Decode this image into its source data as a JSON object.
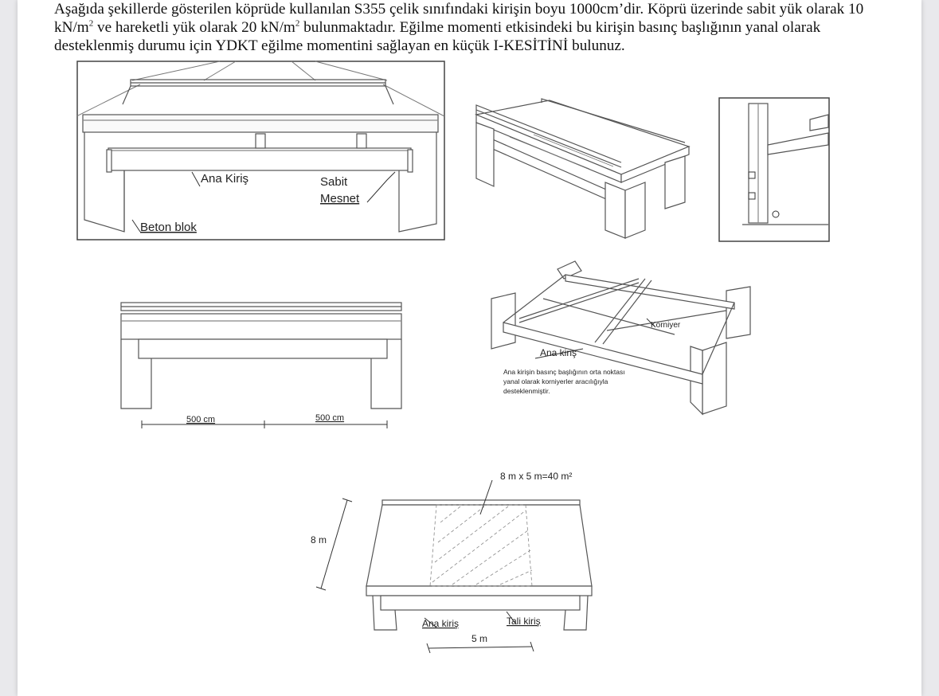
{
  "problem": {
    "part1": "Aşağıda şekillerde gösterilen köprüde kullanılan S355 çelik sınıfındaki kirişin boyu 1000cm’dir. Köprü üzerinde sabit yük olarak 10 kN/m",
    "sup1": "2",
    "part2": " ve hareketli yük olarak 20 kN/m",
    "sup2": "2",
    "part3": " bulunmaktadır. Eğilme momenti etkisindeki bu kirişin basınç başlığının yanal olarak desteklenmiş durumu için YDKT eğilme momentini sağlayan en küçük I-KESİTİNİ bulunuz."
  },
  "figure1": {
    "label_ana_kiris": "Ana Kiriş",
    "label_sabit": "Sabit",
    "label_mesnet": "Mesnet",
    "label_beton_blok": "Beton blok"
  },
  "figure4": {
    "dim_left": "500 cm",
    "dim_right": "500 cm"
  },
  "figure5": {
    "label_korniyer": "Korniyer",
    "label_ana_kiris": "Ana kiriş",
    "note_line1": "Ana kirişin basınç başlığının orta noktası",
    "note_line2": "yanal olarak korniyerler aracılığıyla",
    "note_line3": "desteklenmiştir."
  },
  "figure6": {
    "label_area": "8 m x 5 m=40 m²",
    "label_width": "8 m",
    "label_ana_kiris": "Ana kiriş",
    "label_tali_kiris": "Tali kiriş",
    "label_span": "5 m"
  }
}
